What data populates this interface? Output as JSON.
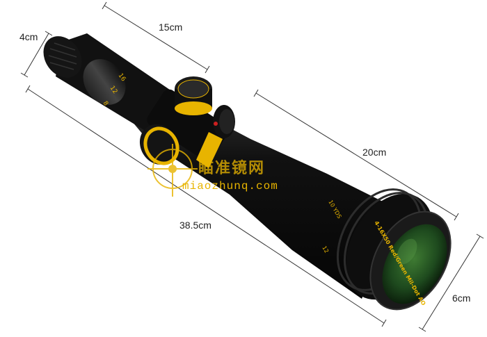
{
  "dimensions": {
    "objective_diameter": "6cm",
    "ocular_diameter": "4cm",
    "ocular_length": "15cm",
    "objective_length": "20cm",
    "total_length": "38.5cm"
  },
  "product_markings": {
    "objective_ring": "4-16X50 Red/Green Mil-Dot AO",
    "focus_label": "10 YDS",
    "focus_number": "12"
  },
  "watermark": {
    "text_cn": "瞄准镜网",
    "text_en": "miaozhunq.com"
  },
  "colors": {
    "body": "#0d0d0d",
    "gold": "#e8b400",
    "lens": "#1e4a1e",
    "background": "#ffffff",
    "dimension_line": "#333333"
  }
}
